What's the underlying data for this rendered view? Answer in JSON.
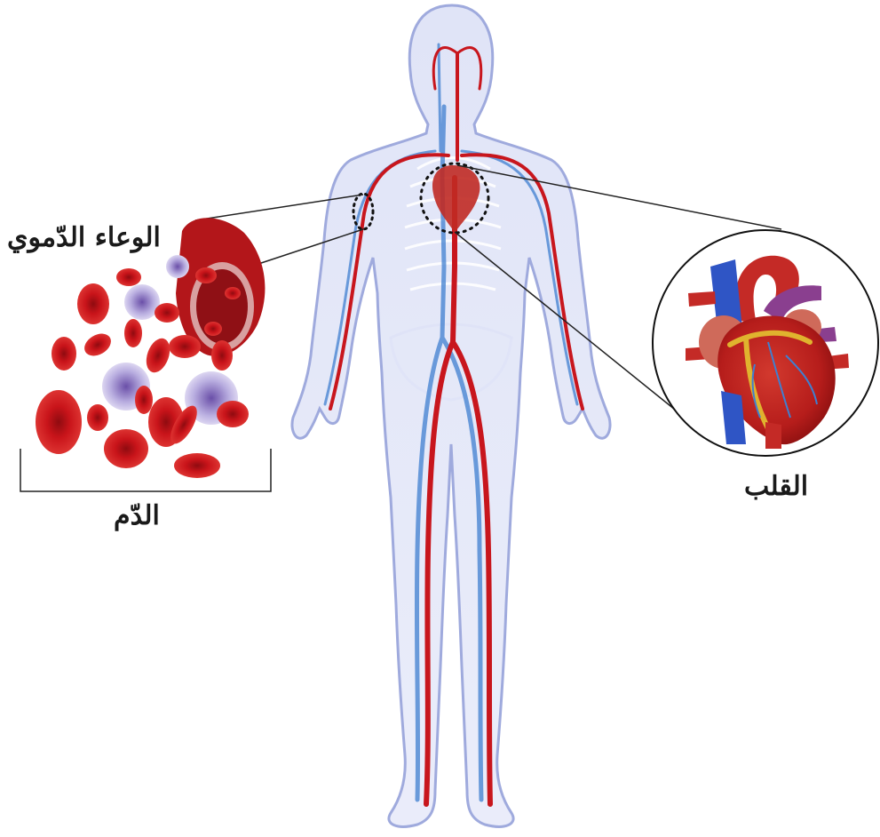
{
  "labels": {
    "blood_vessel": "الوعاء الدّموي",
    "blood": "الدّم",
    "heart": "القلب"
  },
  "colors": {
    "artery": "#c8161d",
    "vein": "#3f7fd0",
    "body_outline": "#9aa6dc",
    "red_cell": "#c9141a",
    "white_cell": "#b9aee0",
    "fat": "#e0b32e"
  }
}
